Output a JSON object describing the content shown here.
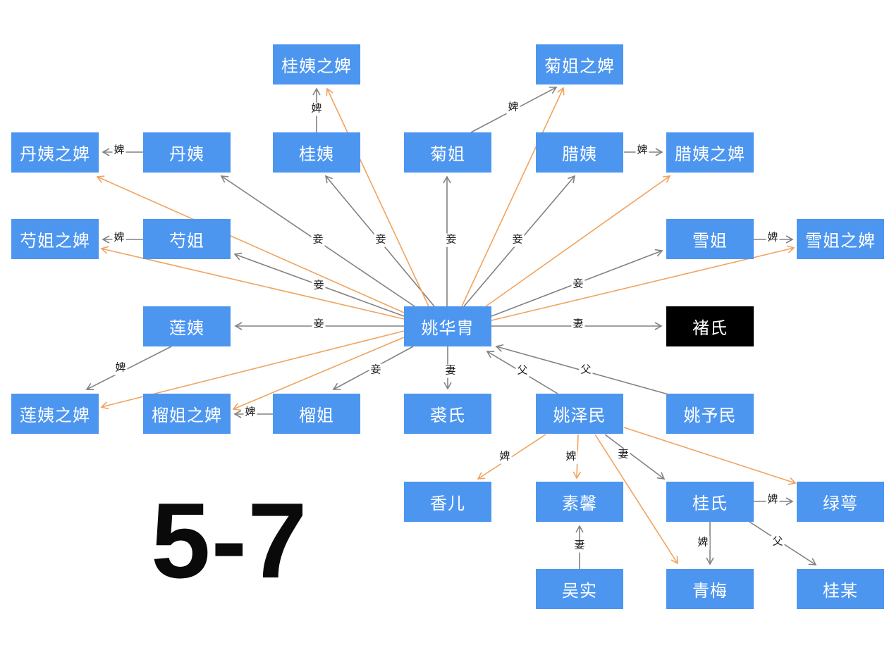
{
  "figure_label": "5-7",
  "colors": {
    "background": "#ffffff",
    "node_fill": "#4d96f0",
    "node_fill_alt": "#000000",
    "node_text": "#ffffff",
    "edge_gray": "#828282",
    "edge_orange": "#f0a35f",
    "edge_label_text": "#1a1a1a",
    "figure_label_text": "#0a0a0a"
  },
  "nodes": [
    {
      "id": "gui_yi_bi",
      "label": "桂姨之婢",
      "variant": "blue"
    },
    {
      "id": "ju_jie_bi",
      "label": "菊姐之婢",
      "variant": "blue"
    },
    {
      "id": "dan_yi_bi",
      "label": "丹姨之婢",
      "variant": "blue"
    },
    {
      "id": "dan_yi",
      "label": "丹姨",
      "variant": "blue"
    },
    {
      "id": "gui_yi",
      "label": "桂姨",
      "variant": "blue"
    },
    {
      "id": "ju_jie",
      "label": "菊姐",
      "variant": "blue"
    },
    {
      "id": "la_yi",
      "label": "腊姨",
      "variant": "blue"
    },
    {
      "id": "la_yi_bi",
      "label": "腊姨之婢",
      "variant": "blue"
    },
    {
      "id": "shao_jie_bi",
      "label": "芍姐之婢",
      "variant": "blue"
    },
    {
      "id": "shao_jie",
      "label": "芍姐",
      "variant": "blue"
    },
    {
      "id": "xue_jie",
      "label": "雪姐",
      "variant": "blue"
    },
    {
      "id": "xue_jie_bi",
      "label": "雪姐之婢",
      "variant": "blue"
    },
    {
      "id": "lian_yi",
      "label": "莲姨",
      "variant": "blue"
    },
    {
      "id": "yao_huazhou",
      "label": "姚华胄",
      "variant": "blue"
    },
    {
      "id": "chu_shi",
      "label": "褚氏",
      "variant": "black"
    },
    {
      "id": "lian_yi_bi",
      "label": "莲姨之婢",
      "variant": "blue"
    },
    {
      "id": "liu_jie_bi",
      "label": "榴姐之婢",
      "variant": "blue"
    },
    {
      "id": "liu_jie",
      "label": "榴姐",
      "variant": "blue"
    },
    {
      "id": "qiu_shi",
      "label": "裘氏",
      "variant": "blue"
    },
    {
      "id": "yao_zemin",
      "label": "姚泽民",
      "variant": "blue"
    },
    {
      "id": "yao_yumin",
      "label": "姚予民",
      "variant": "blue"
    },
    {
      "id": "xiang_er",
      "label": "香儿",
      "variant": "blue"
    },
    {
      "id": "su_xin",
      "label": "素馨",
      "variant": "blue"
    },
    {
      "id": "gui_shi",
      "label": "桂氏",
      "variant": "blue"
    },
    {
      "id": "lv_e",
      "label": "绿萼",
      "variant": "blue"
    },
    {
      "id": "wu_shi",
      "label": "吴实",
      "variant": "blue"
    },
    {
      "id": "qing_mei",
      "label": "青梅",
      "variant": "blue"
    },
    {
      "id": "gui_mou",
      "label": "桂某",
      "variant": "blue"
    }
  ],
  "edges": [
    {
      "from": "dan_yi",
      "to": "dan_yi_bi",
      "label": "婢",
      "color": "gray"
    },
    {
      "from": "shao_jie",
      "to": "shao_jie_bi",
      "label": "婢",
      "color": "gray"
    },
    {
      "from": "liu_jie",
      "to": "liu_jie_bi",
      "label": "婢",
      "color": "gray"
    },
    {
      "from": "la_yi",
      "to": "la_yi_bi",
      "label": "婢",
      "color": "gray"
    },
    {
      "from": "xue_jie",
      "to": "xue_jie_bi",
      "label": "婢",
      "color": "gray"
    },
    {
      "from": "gui_shi",
      "to": "lv_e",
      "label": "婢",
      "color": "gray"
    },
    {
      "from": "gui_yi",
      "to": "gui_yi_bi",
      "label": "婢",
      "color": "gray"
    },
    {
      "from": "ju_jie",
      "to": "ju_jie_bi",
      "label": "婢",
      "color": "gray"
    },
    {
      "from": "lian_yi",
      "to": "lian_yi_bi",
      "label": "婢",
      "color": "gray"
    },
    {
      "from": "wu_shi",
      "to": "su_xin",
      "label": "妻",
      "color": "gray"
    },
    {
      "from": "gui_shi",
      "to": "qing_mei",
      "label": "婢",
      "color": "gray"
    },
    {
      "from": "gui_shi",
      "to": "gui_mou",
      "label": "父",
      "color": "gray"
    },
    {
      "from": "yao_zemin",
      "to": "gui_shi",
      "label": "妻",
      "color": "gray"
    },
    {
      "from": "yao_zemin",
      "to": "yao_huazhou",
      "label": "父",
      "color": "gray"
    },
    {
      "from": "yao_yumin",
      "to": "yao_huazhou",
      "label": "父",
      "color": "gray"
    },
    {
      "from": "yao_huazhou",
      "to": "qiu_shi",
      "label": "妻",
      "color": "gray"
    },
    {
      "from": "yao_huazhou",
      "to": "chu_shi",
      "label": "妻",
      "color": "gray"
    },
    {
      "from": "yao_huazhou",
      "to": "lian_yi",
      "label": "妾",
      "color": "gray"
    },
    {
      "from": "yao_huazhou",
      "to": "liu_jie",
      "label": "妾",
      "color": "gray"
    },
    {
      "from": "yao_huazhou",
      "to": "shao_jie",
      "label": "妾",
      "color": "gray"
    },
    {
      "from": "yao_huazhou",
      "to": "xue_jie",
      "label": "妾",
      "color": "gray"
    },
    {
      "from": "yao_huazhou",
      "to": "dan_yi",
      "label": "妾",
      "color": "gray"
    },
    {
      "from": "yao_huazhou",
      "to": "gui_yi",
      "label": "妾",
      "color": "gray"
    },
    {
      "from": "yao_huazhou",
      "to": "ju_jie",
      "label": "妾",
      "color": "gray"
    },
    {
      "from": "yao_huazhou",
      "to": "la_yi",
      "label": "妾",
      "color": "gray"
    },
    {
      "from": "yao_huazhou",
      "to": "dan_yi_bi",
      "label": "",
      "color": "orange"
    },
    {
      "from": "yao_huazhou",
      "to": "gui_yi_bi",
      "label": "",
      "color": "orange"
    },
    {
      "from": "yao_huazhou",
      "to": "ju_jie_bi",
      "label": "",
      "color": "orange"
    },
    {
      "from": "yao_huazhou",
      "to": "la_yi_bi",
      "label": "",
      "color": "orange"
    },
    {
      "from": "yao_huazhou",
      "to": "shao_jie_bi",
      "label": "",
      "color": "orange"
    },
    {
      "from": "yao_huazhou",
      "to": "xue_jie_bi",
      "label": "",
      "color": "orange"
    },
    {
      "from": "yao_huazhou",
      "to": "liu_jie_bi",
      "label": "",
      "color": "orange"
    },
    {
      "from": "yao_huazhou",
      "to": "lian_yi_bi",
      "label": "",
      "color": "orange"
    },
    {
      "from": "yao_zemin",
      "to": "xiang_er",
      "label": "婢",
      "color": "orange"
    },
    {
      "from": "yao_zemin",
      "to": "su_xin",
      "label": "婢",
      "color": "orange"
    },
    {
      "from": "yao_zemin",
      "to": "qing_mei",
      "label": "",
      "color": "orange"
    },
    {
      "from": "yao_zemin",
      "to": "lv_e",
      "label": "",
      "color": "orange"
    }
  ]
}
